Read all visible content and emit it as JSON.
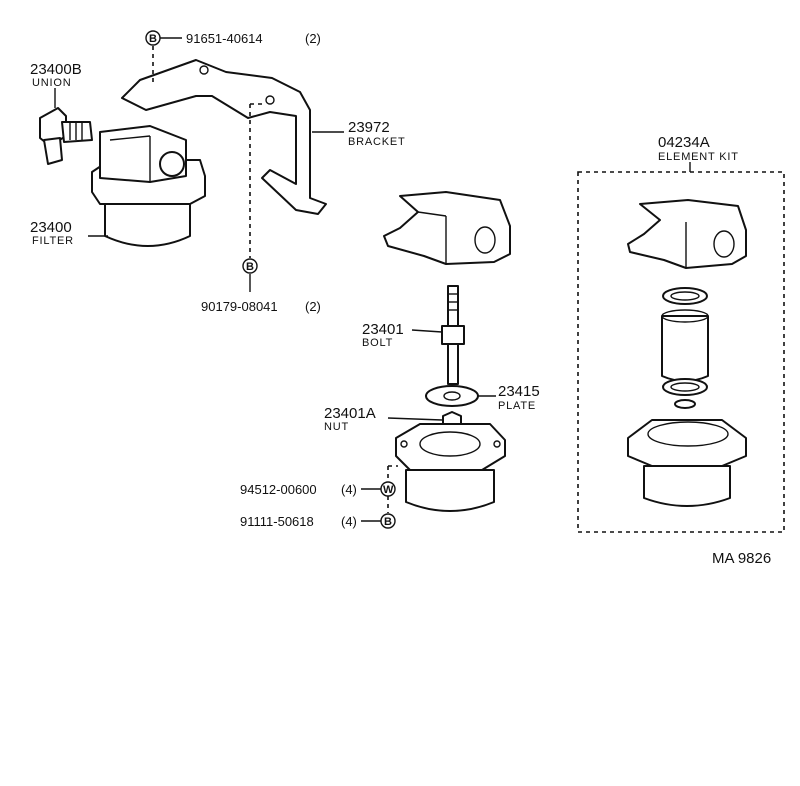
{
  "parts": {
    "union": {
      "number": "23400B",
      "name": "UNION"
    },
    "filter": {
      "number": "23400",
      "name": "FILTER"
    },
    "bracket": {
      "number": "23972",
      "name": "BRACKET"
    },
    "bolt": {
      "number": "23401",
      "name": "BOLT"
    },
    "plate": {
      "number": "23415",
      "name": "PLATE"
    },
    "nut": {
      "number": "23401A",
      "name": "NUT"
    },
    "element_kit": {
      "number": "04234A",
      "name": "ELEMENT KIT"
    }
  },
  "fasteners": [
    {
      "symbol": "B",
      "number": "91651-40614",
      "qty": "(2)"
    },
    {
      "symbol": "B",
      "number": "90179-08041",
      "qty": "(2)"
    },
    {
      "symbol": "W",
      "number": "94512-00600",
      "qty": "(4)"
    },
    {
      "symbol": "B",
      "number": "91111-50618",
      "qty": "(4)"
    }
  ],
  "diagram_code": "MA  9826",
  "colors": {
    "ink": "#111111",
    "background": "#ffffff"
  }
}
